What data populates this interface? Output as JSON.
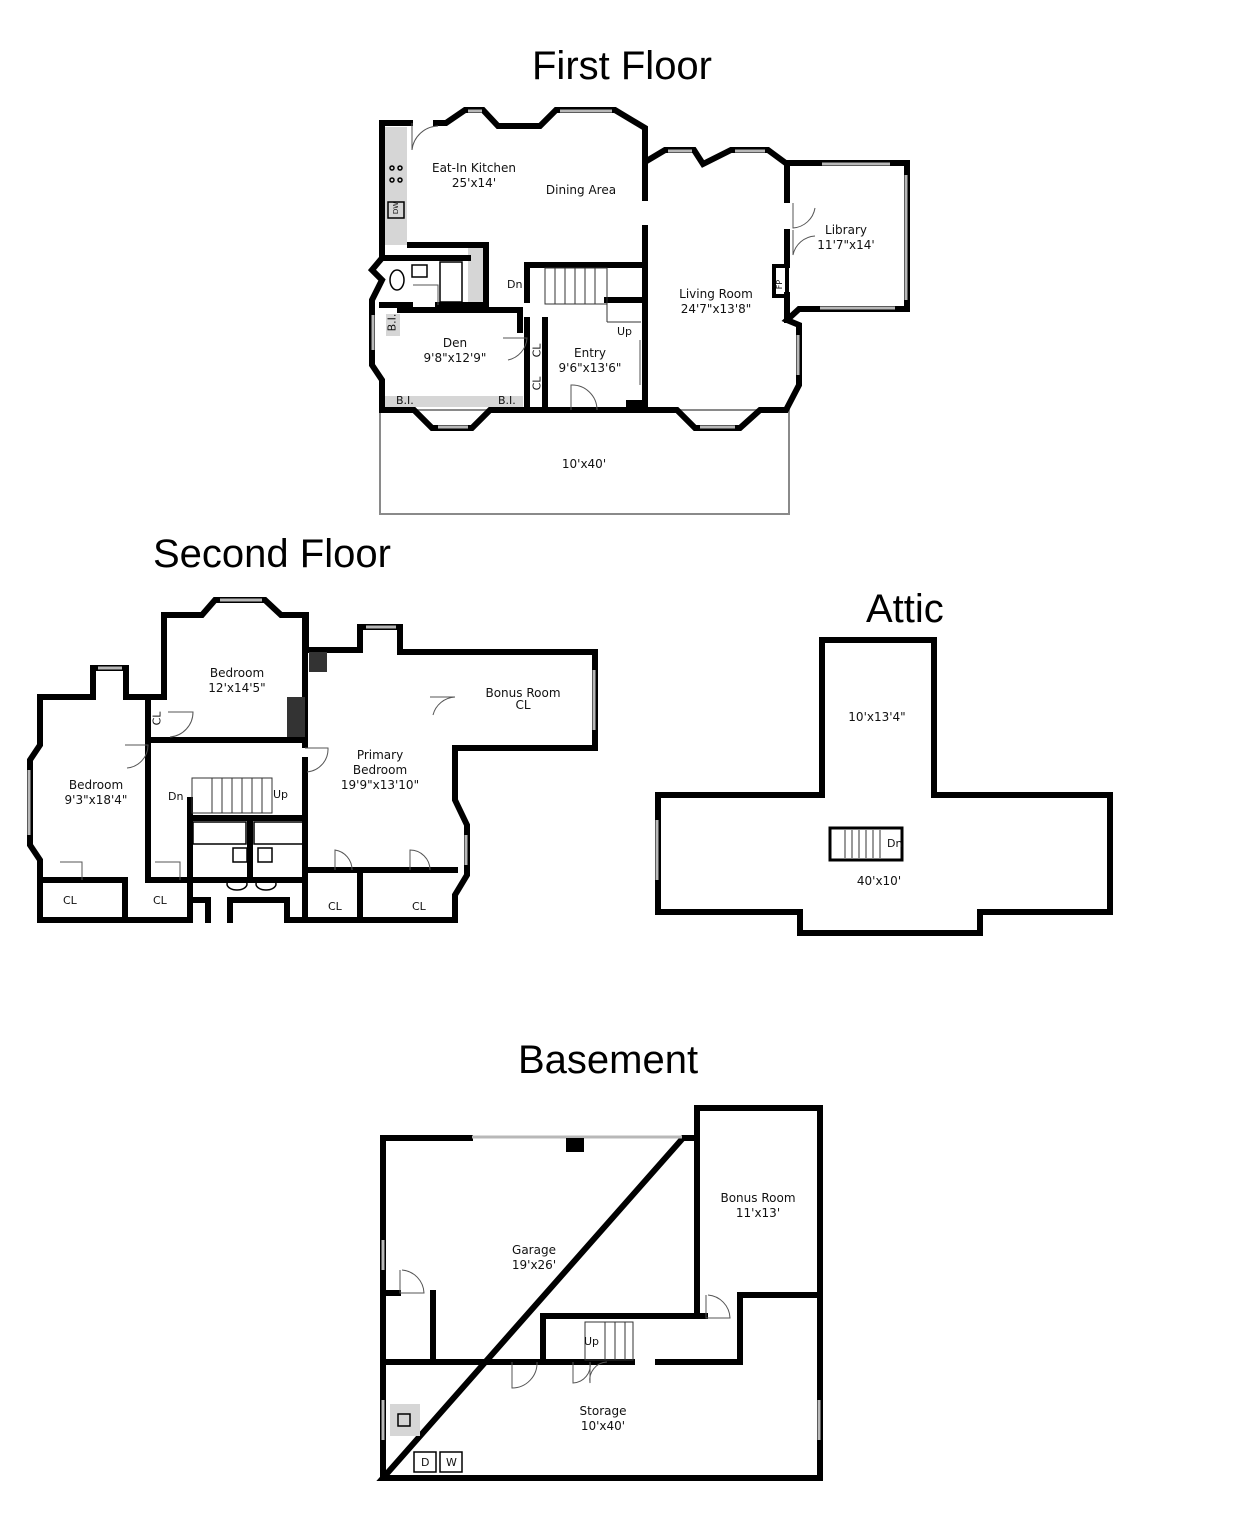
{
  "floors": {
    "first": {
      "title": "First Floor",
      "rooms": {
        "kitchen": {
          "name": "Eat-In Kitchen",
          "size": "25'x14'"
        },
        "dining": {
          "name": "Dining Area"
        },
        "library": {
          "name": "Library",
          "size": "11'7\"x14'"
        },
        "living": {
          "name": "Living Room",
          "size": "24'7\"x13'8\""
        },
        "den": {
          "name": "Den",
          "size": "9'8\"x12'9\""
        },
        "entry": {
          "name": "Entry",
          "size": "9'6\"x13'6\""
        },
        "porch": {
          "size": "10'x40'"
        }
      },
      "marks": {
        "dn": "Dn",
        "up": "Up",
        "cl": "CL",
        "bi": "B.I.",
        "fp": "FP",
        "dw": "DW"
      }
    },
    "second": {
      "title": "Second Floor",
      "rooms": {
        "bedroom_top": {
          "name": "Bedroom",
          "size": "12'x14'5\""
        },
        "bedroom_left": {
          "name": "Bedroom",
          "size": "9'3\"x18'4\""
        },
        "primary": {
          "name": "Primary",
          "name2": "Bedroom",
          "size": "19'9\"x13'10\""
        },
        "bonus": {
          "name": "Bonus Room",
          "name2": "CL"
        }
      },
      "marks": {
        "dn": "Dn",
        "up": "Up",
        "cl": "CL"
      }
    },
    "attic": {
      "title": "Attic",
      "rooms": {
        "top": {
          "size": "10'x13'4\""
        },
        "main": {
          "size": "40'x10'"
        }
      },
      "marks": {
        "dn": "Dn"
      }
    },
    "basement": {
      "title": "Basement",
      "rooms": {
        "garage": {
          "name": "Garage",
          "size": "19'x26'"
        },
        "bonus": {
          "name": "Bonus Room",
          "size": "11'x13'"
        },
        "storage": {
          "name": "Storage",
          "size": "10'x40'"
        }
      },
      "marks": {
        "up": "Up",
        "dryer": "D",
        "washer": "W"
      }
    }
  }
}
